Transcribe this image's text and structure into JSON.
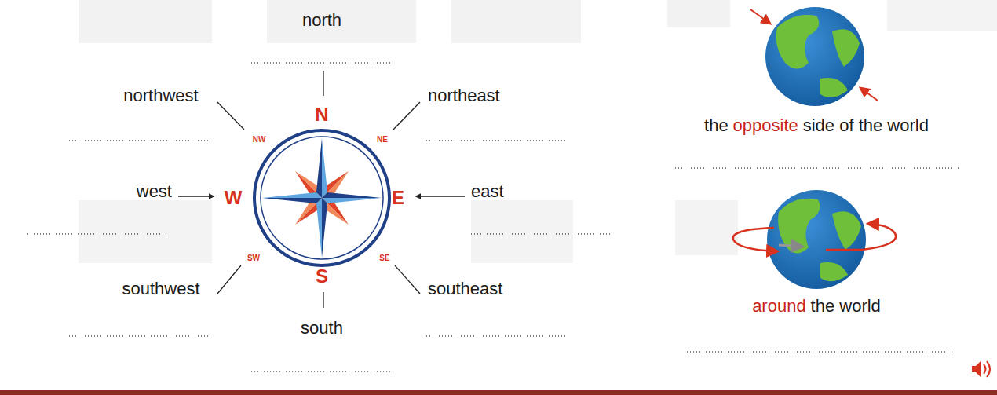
{
  "diagram": {
    "labels": [
      "north",
      "northwest",
      "northeast",
      "west",
      "east",
      "southwest",
      "southeast",
      "south",
      "N",
      "NW",
      "NE",
      "W",
      "E",
      "SW",
      "SE",
      "S",
      "the",
      "opposite",
      "side of the world",
      "around",
      "the world"
    ]
  }
}
